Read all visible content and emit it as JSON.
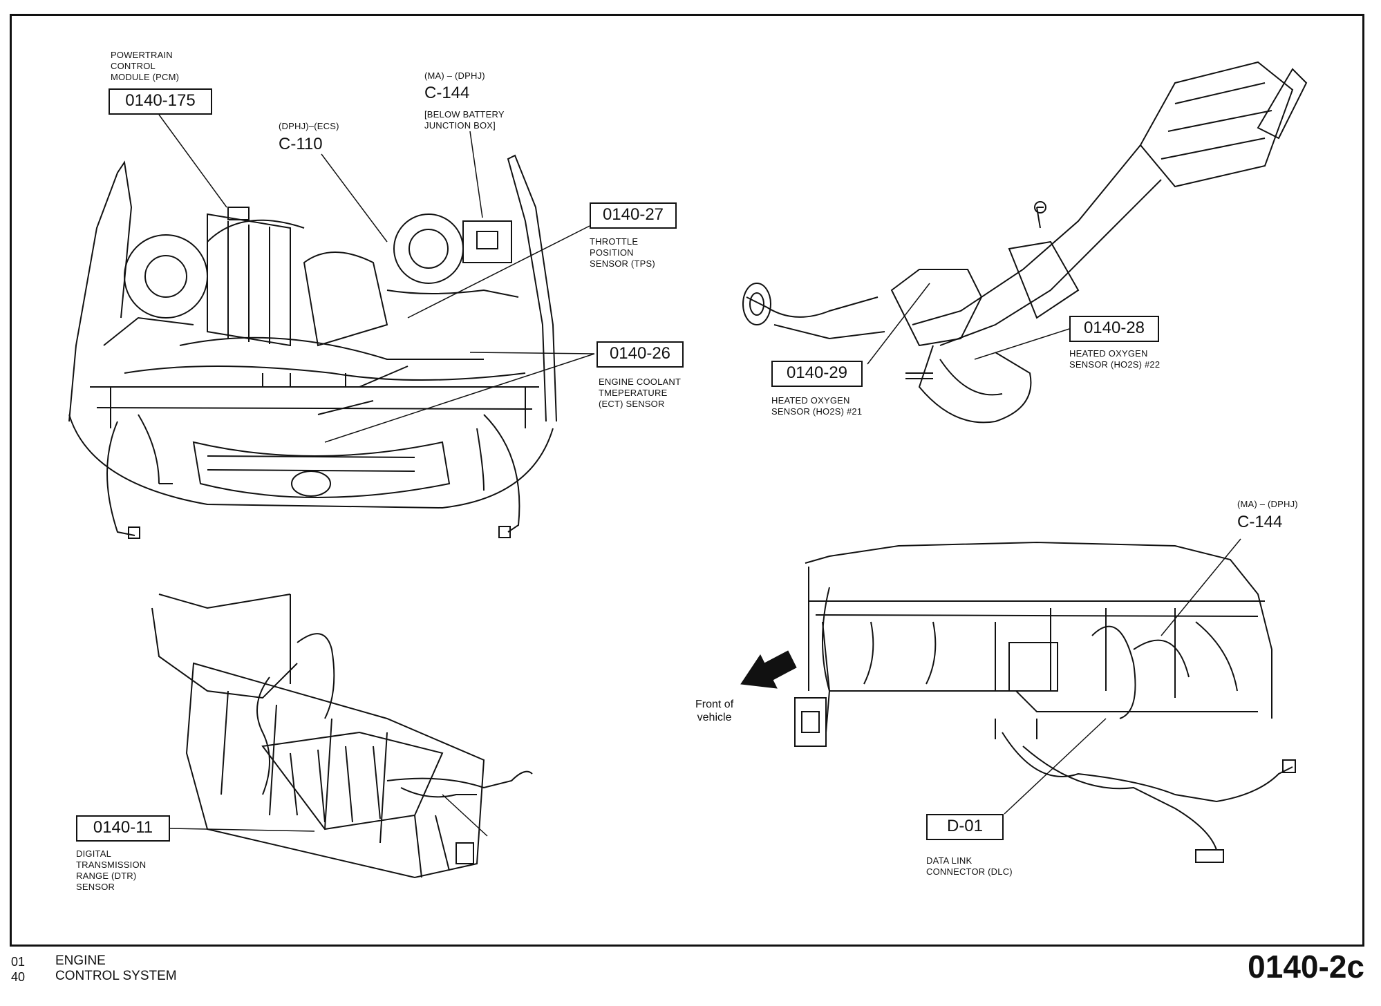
{
  "callouts": {
    "pcm": {
      "desc": "POWERTRAIN\nCONTROL\nMODULE (PCM)",
      "code": "0140-175"
    },
    "c144_top": {
      "variant": "(MA) – (DPHJ)",
      "connector": "C-144",
      "desc": "[BELOW BATTERY\nJUNCTION BOX]"
    },
    "c110": {
      "variant": "(DPHJ)–(ECS)",
      "connector": "C-110"
    },
    "tps": {
      "code": "0140-27",
      "desc": "THROTTLE\nPOSITION\nSENSOR (TPS)"
    },
    "ect": {
      "code": "0140-26",
      "desc": "ENGINE COOLANT\nTMEPERATURE\n(ECT) SENSOR"
    },
    "ho2s21": {
      "code": "0140-29",
      "desc": "HEATED OXYGEN\nSENSOR (HO2S) #21"
    },
    "ho2s22": {
      "code": "0140-28",
      "desc": "HEATED OXYGEN\nSENSOR (HO2S) #22"
    },
    "c144_right": {
      "variant": "(MA) – (DPHJ)",
      "connector": "C-144"
    },
    "dtr": {
      "code": "0140-11",
      "desc": "DIGITAL\nTRANSMISSION\nRANGE (DTR)\nSENSOR"
    },
    "dlc": {
      "code": "D-01",
      "desc": "DATA LINK\nCONNECTOR (DLC)"
    },
    "front": {
      "label": "Front  of\nvehicle"
    }
  },
  "footer": {
    "line1_num": "01",
    "line1_text": "ENGINE",
    "line2_num": "40",
    "line2_text": "CONTROL SYSTEM",
    "page_id": "0140-2c"
  }
}
